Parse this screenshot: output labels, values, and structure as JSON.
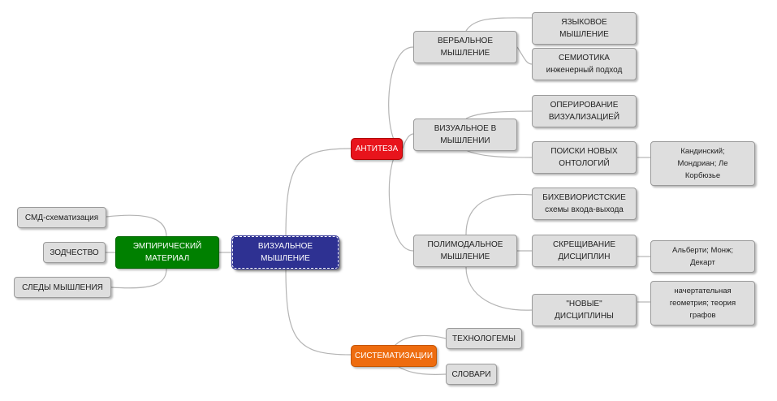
{
  "root": {
    "lines": [
      "ВИЗУАЛЬНОЕ",
      "МЫШЛЕНИЕ"
    ]
  },
  "left": {
    "main": {
      "lines": [
        "ЭМПИРИЧЕСКИЙ",
        "МАТЕРИАЛ"
      ]
    },
    "children": [
      {
        "lines": [
          "СМД-схематизация"
        ]
      },
      {
        "lines": [
          "ЗОДЧЕСТВО"
        ]
      },
      {
        "lines": [
          "СЛЕДЫ МЫШЛЕНИЯ"
        ]
      }
    ]
  },
  "antithesis": {
    "label": "АНТИТЕЗА",
    "branches": [
      {
        "lines": [
          "ВЕРБАЛЬНОЕ",
          "МЫШЛЕНИЕ"
        ],
        "children": [
          {
            "lines": [
              "ЯЗЫКОВОЕ",
              "МЫШЛЕНИЕ"
            ]
          },
          {
            "lines": [
              "СЕМИОТИКА",
              "инженерный подход"
            ]
          }
        ]
      },
      {
        "lines": [
          "ВИЗУАЛЬНОЕ В",
          "МЫШЛЕНИИ"
        ],
        "children": [
          {
            "lines": [
              "ОПЕРИРОВАНИЕ",
              "ВИЗУАЛИЗАЦИЕЙ"
            ]
          },
          {
            "lines": [
              "ПОИСКИ НОВЫХ",
              "ОНТОЛОГИЙ"
            ],
            "note": {
              "lines": [
                "Кандинский;",
                "Мондриан; Ле",
                "Корбюзье"
              ]
            }
          }
        ]
      },
      {
        "lines": [
          "ПОЛИМОДАЛЬНОЕ",
          "МЫШЛЕНИЕ"
        ],
        "children": [
          {
            "lines": [
              "БИХЕВИОРИСТСКИЕ",
              "схемы входа-выхода"
            ]
          },
          {
            "lines": [
              "СКРЕЩИВАНИЕ",
              "ДИСЦИПЛИН"
            ],
            "note": {
              "lines": [
                "Альберти; Монж;",
                "Декарт"
              ]
            }
          },
          {
            "lines": [
              "\"НОВЫЕ\"",
              "ДИСЦИПЛИНЫ"
            ],
            "note": {
              "lines": [
                "начертательная",
                "геометрия; теория",
                "графов"
              ]
            }
          }
        ]
      }
    ]
  },
  "systematization": {
    "label": "СИСТЕМАТИЗАЦИИ",
    "children": [
      {
        "lines": [
          "ТЕХНОЛОГЕМЫ"
        ]
      },
      {
        "lines": [
          "СЛОВАРИ"
        ]
      }
    ]
  },
  "colors": {
    "root": "#2e3192",
    "empirical": "#008000",
    "antithesis": "#e8141c",
    "systematization": "#ee6c0f",
    "node": "#dedede",
    "connector": "#b4b4b4"
  }
}
